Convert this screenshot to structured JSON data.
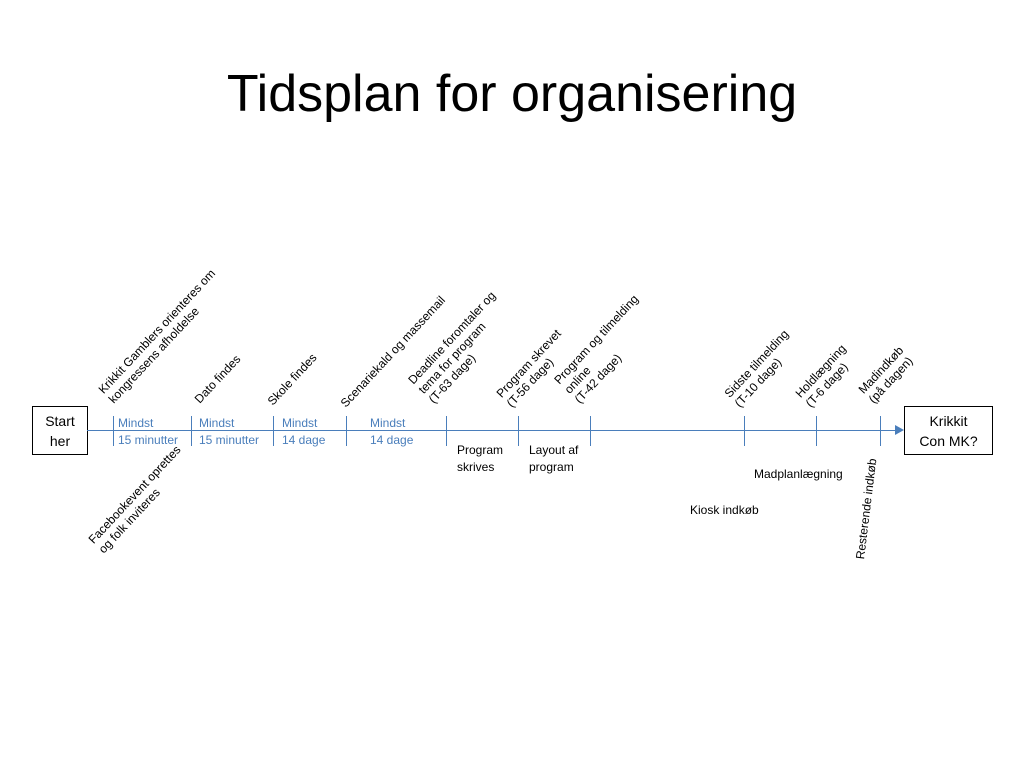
{
  "title": "Tidsplan for organisering",
  "start_box": [
    "Start",
    "her"
  ],
  "end_box": [
    "Krikkit",
    "Con MK?"
  ],
  "milestones_above": [
    {
      "lines": [
        "Krikkit Gamblers orienteres om",
        "kongressens afholdelse"
      ]
    },
    {
      "lines": [
        "Dato findes"
      ]
    },
    {
      "lines": [
        "Skole findes"
      ]
    },
    {
      "lines": [
        "Scenariekald og massemail"
      ]
    },
    {
      "lines": [
        "Deadline foromtaler og",
        "tema for program",
        "(T-63 dage)"
      ]
    },
    {
      "lines": [
        "Program skrevet",
        "(T-56 dage)"
      ]
    },
    {
      "lines": [
        "Program og tilmelding",
        "online",
        "(T-42 dage)"
      ]
    },
    {
      "lines": [
        "Sidste tilmelding",
        "(T-10 dage)"
      ]
    },
    {
      "lines": [
        "Holdlægning",
        "(T-6 dage)"
      ]
    },
    {
      "lines": [
        "Madindkøb",
        "(på dagen)"
      ]
    }
  ],
  "durations": [
    {
      "lines": [
        "Mindst",
        "15 minutter"
      ]
    },
    {
      "lines": [
        "Mindst",
        "15 minutter"
      ]
    },
    {
      "lines": [
        "Mindst",
        "14 dage"
      ]
    },
    {
      "lines": [
        "Mindst",
        "14 dage"
      ]
    }
  ],
  "milestones_below": [
    {
      "lines": [
        "Facebookevent oprettes",
        "og folk inviteres"
      ]
    },
    {
      "lines": [
        "Resterende  indkøb"
      ]
    }
  ],
  "activities": [
    {
      "lines": [
        "Program",
        "skrives"
      ]
    },
    {
      "lines": [
        "Layout af",
        "program"
      ]
    },
    {
      "lines": [
        "Madplanlægning"
      ]
    },
    {
      "lines": [
        "Kiosk indkøb"
      ]
    }
  ],
  "colors": {
    "timeline": "#4a7ebb",
    "text": "#000000"
  }
}
